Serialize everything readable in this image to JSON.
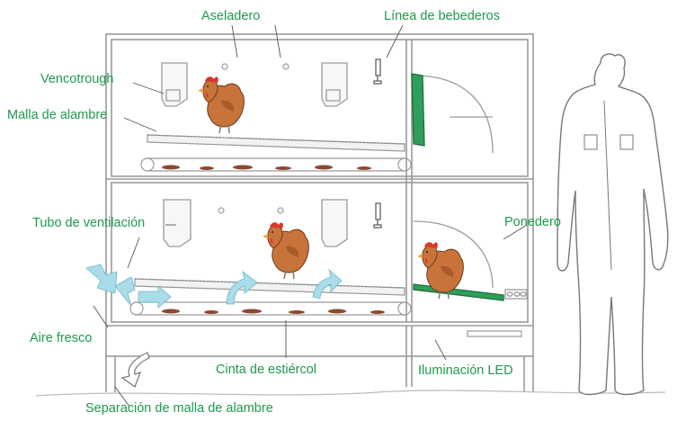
{
  "labels": {
    "perch": "Aseladero",
    "drinker_line": "Línea de bebederos",
    "vencotrough": "Vencotrough",
    "wire_mesh": "Malla de alambre",
    "ventilation_tube": "Tubo de ventilación",
    "nest": "Ponedero",
    "fresh_air": "Aire fresco",
    "manure_belt": "Cinta de estiércol",
    "led_lighting": "Iluminación LED",
    "wire_mesh_separation": "Separación de malla de alambre"
  },
  "colors": {
    "label_text": "#1f9a4d",
    "structure_line": "#9a9a9a",
    "hen_body": "#c8733a",
    "hen_comb": "#d8392b",
    "air_arrow": "#a9dce8",
    "nest_floor": "#2f9e5a",
    "manure": "#8a4a32"
  },
  "icons": [
    "hen-icon",
    "person-figure",
    "drinker-icon",
    "air-flow-arrow-icon"
  ]
}
